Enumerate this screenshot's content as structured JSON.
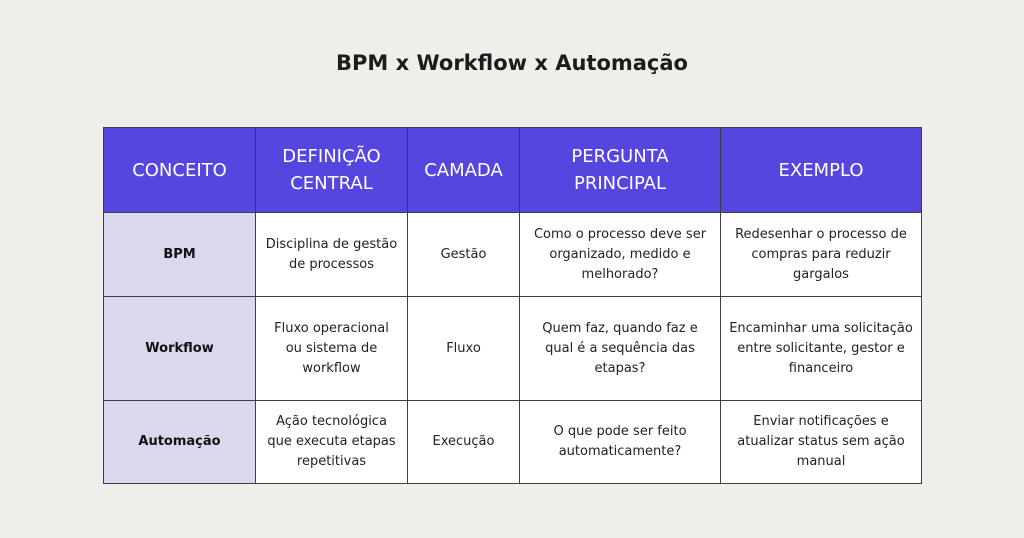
{
  "title": "BPM x Workflow x Automação",
  "columns": [
    "CONCEITO",
    "DEFINIÇÃO CENTRAL",
    "CAMADA",
    "PERGUNTA PRINCIPAL",
    "EXEMPLO"
  ],
  "rows": [
    {
      "concept": "BPM",
      "definition": "Disciplina de gestão de processos",
      "layer": "Gestão",
      "question": "Como o processo deve ser organizado, medido e melhorado?",
      "example": "Redesenhar o processo de compras para reduzir gargalos"
    },
    {
      "concept": "Workflow",
      "definition": "Fluxo operacional ou sistema de workflow",
      "layer": "Fluxo",
      "question": "Quem faz, quando faz e qual é a sequência das etapas?",
      "example": "Encaminhar uma solicitação entre solicitante, gestor e financeiro"
    },
    {
      "concept": "Automação",
      "definition": "Ação tecnológica que executa etapas repetitivas",
      "layer": "Execução",
      "question": "O que pode ser feito automaticamente?",
      "example": "Enviar notificações e atualizar status sem ação manual"
    }
  ],
  "colors": {
    "header_bg": "#5446df",
    "rowhead_bg": "#d9d8ec",
    "page_bg": "#efeeea"
  }
}
